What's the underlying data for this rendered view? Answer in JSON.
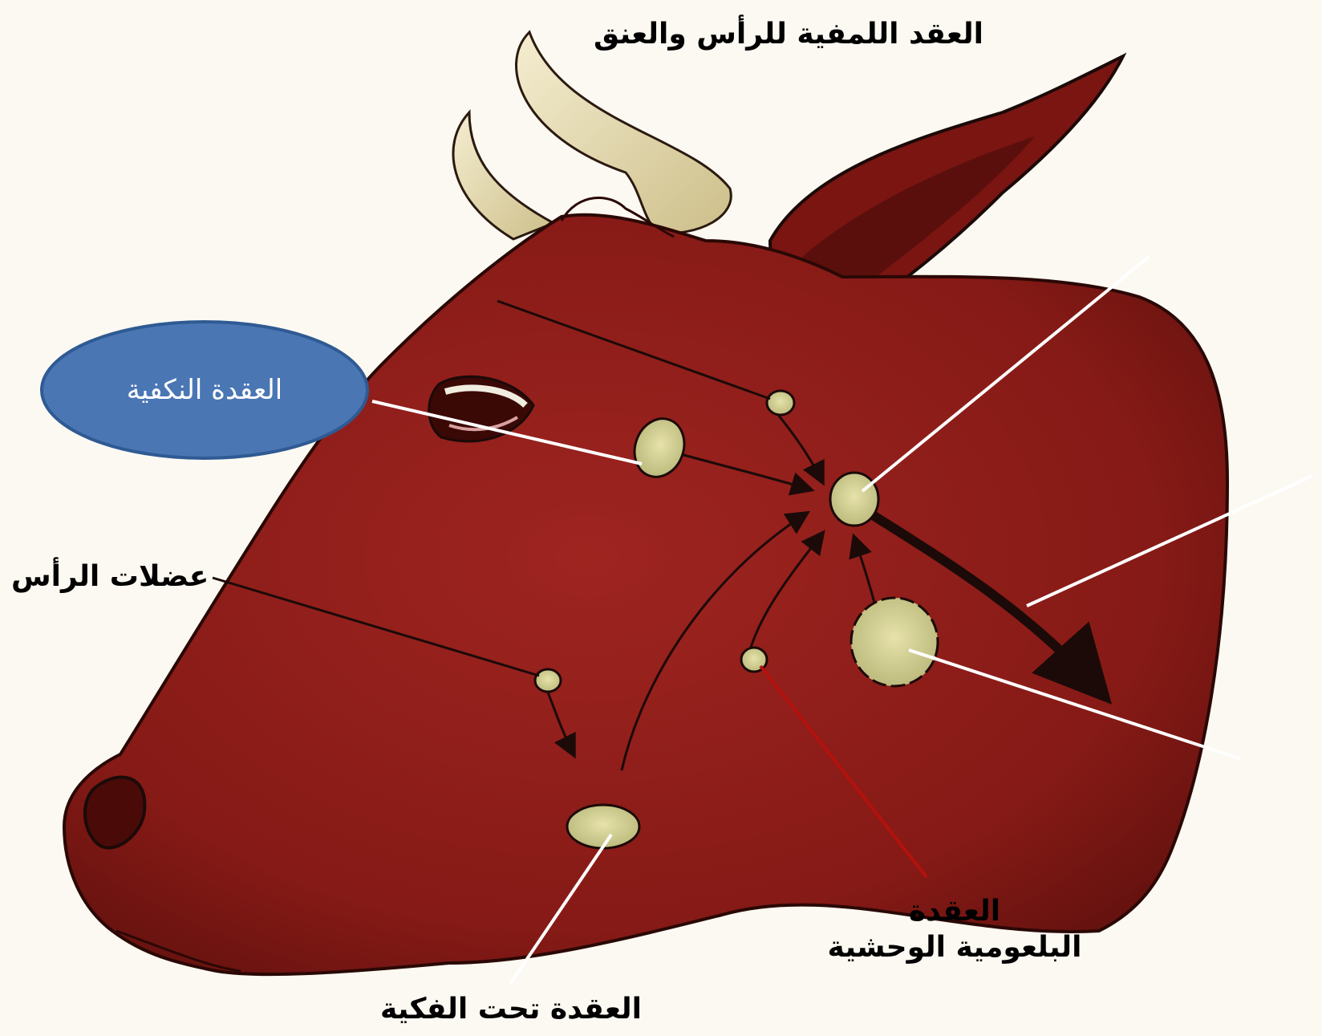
{
  "labels": {
    "head_neck_nodes": "العقد اللمفية للرأس والعنق",
    "parotid_node": "العقدة النكفية",
    "head_muscles": "عضلات الرأس",
    "retropharyngeal_node_line1": "العقدة",
    "retropharyngeal_node_line2": "البلعومية الوحشية",
    "submandibular_node": "العقدة تحت الفكية"
  },
  "colors": {
    "background": "#fbf9f1",
    "head_fill": "#8b1a16",
    "node_fill": "#d8d49a",
    "oval_fill": "#4a76b4",
    "oval_stroke": "#2f5a93",
    "oval_text": "#ffffff"
  }
}
